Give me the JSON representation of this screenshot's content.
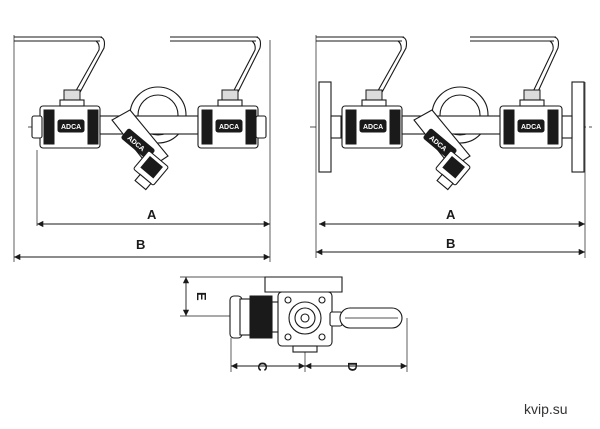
{
  "dimensions": {
    "left_view": {
      "a": "A",
      "b": "B"
    },
    "right_view": {
      "a": "A",
      "b": "B"
    },
    "bottom_view": {
      "c": "C",
      "d": "D",
      "e": "E"
    }
  },
  "brand_marks": {
    "valve": "ADCA",
    "strainer": "ADCA"
  },
  "watermark": "kvip.su"
}
